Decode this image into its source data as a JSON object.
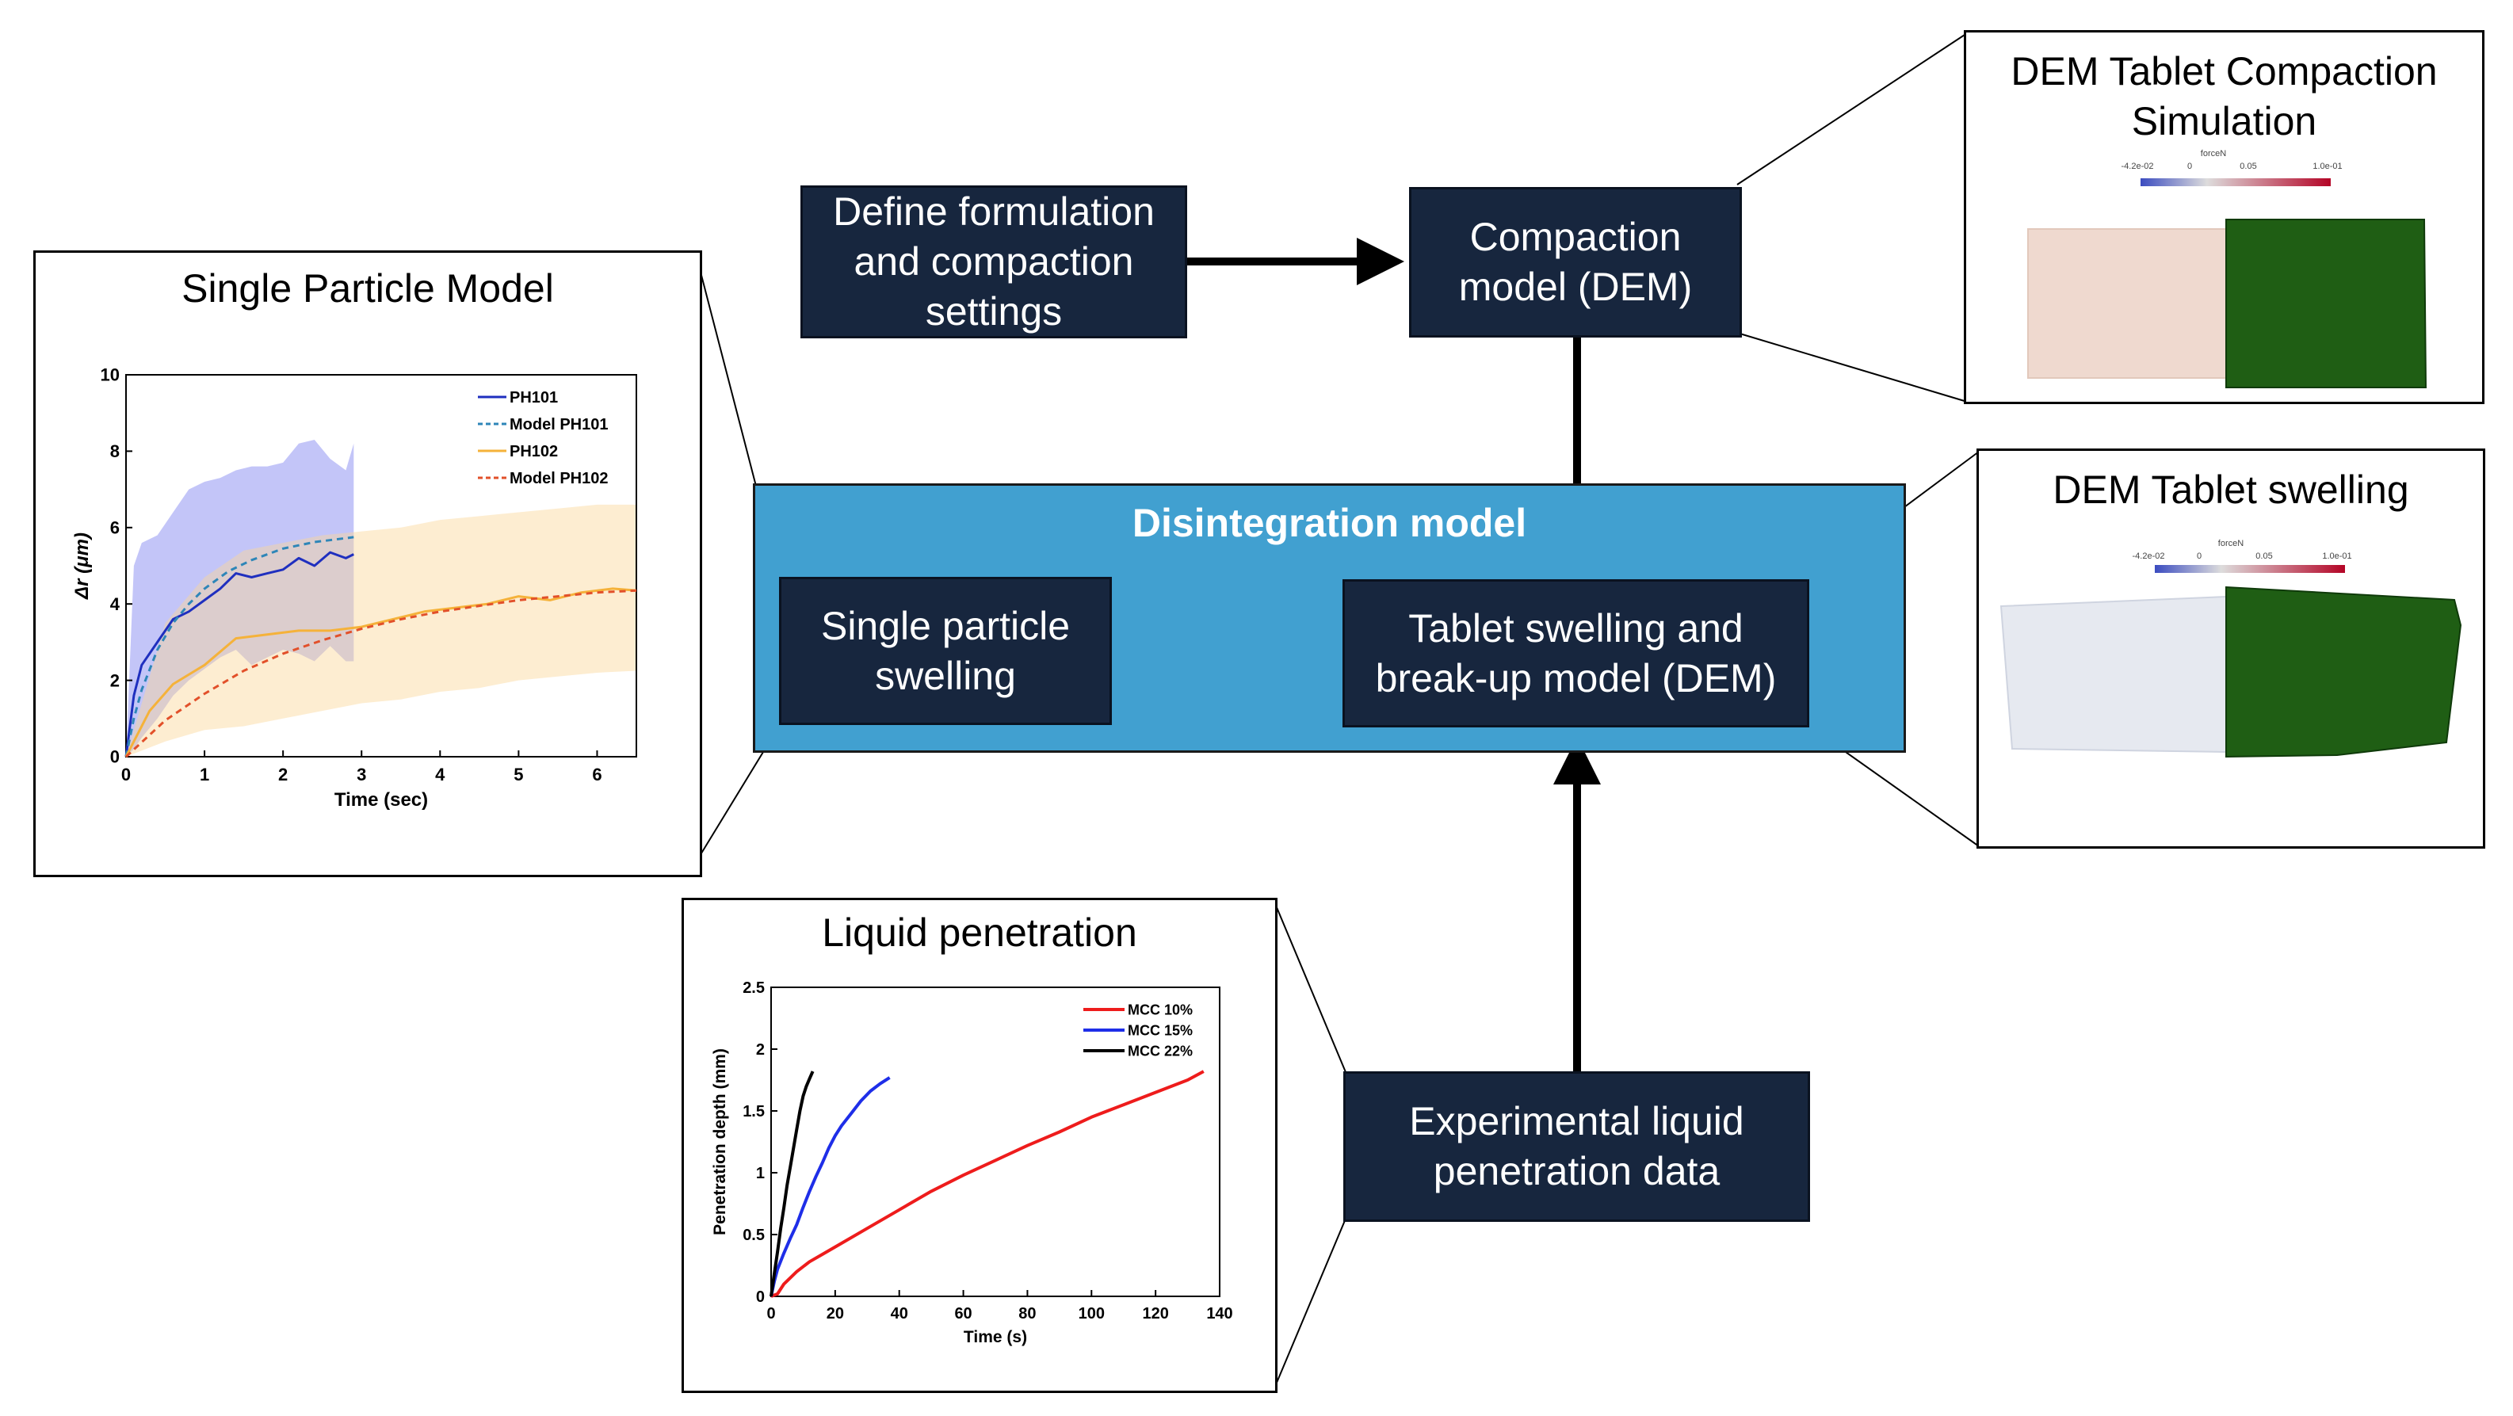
{
  "nodes": {
    "define": "Define formulation\nand compaction\nsettings",
    "compaction": "Compaction\nmodel (DEM)",
    "single_particle": "Single particle\nswelling",
    "tablet_swelling": "Tablet swelling and\nbreak-up model (DEM)",
    "experimental": "Experimental liquid\npenetration data"
  },
  "disintegration_label": "Disintegration model",
  "panels": {
    "single_particle_title": "Single Particle Model",
    "liquid_title": "Liquid penetration",
    "dem_compaction_title": "DEM Tablet Compaction\nSimulation",
    "dem_swelling_title": "DEM Tablet swelling"
  },
  "colorbars": {
    "compaction": {
      "label": "forceN",
      "ticks": [
        "-4.2e-02",
        "0",
        "0.05",
        "1.0e-01"
      ]
    },
    "swelling": {
      "label": "forceN",
      "ticks": [
        "-4.2e-02",
        "0",
        "0.05",
        "1.0e-01"
      ]
    }
  },
  "colors": {
    "node_fill": "#17263e",
    "disintegration_fill": "#41a0d0",
    "tablet_green": "#1f5e14",
    "PH101": "#1f2fbf",
    "Model_PH101": "#2e86b8",
    "PH102": "#f5b23a",
    "Model_PH102": "#e2502a",
    "MCC_10": "#ee1c1c",
    "MCC_15": "#1e2ee8",
    "MCC_22": "#000000"
  },
  "chart_data": [
    {
      "type": "line",
      "xlabel": "Time (sec)",
      "ylabel": "Δr (μm)",
      "xlim": [
        0,
        6.5
      ],
      "ylim": [
        0,
        10
      ],
      "xticks": [
        "0",
        "1",
        "2",
        "3",
        "4",
        "5",
        "6"
      ],
      "yticks": [
        "0",
        "2",
        "4",
        "6",
        "8",
        "10"
      ],
      "grid": false,
      "legend": "top-right",
      "series": [
        {
          "name": "PH101",
          "style": "solid",
          "x": [
            0,
            0.1,
            0.2,
            0.4,
            0.6,
            0.8,
            1.0,
            1.2,
            1.4,
            1.6,
            1.8,
            2.0,
            2.2,
            2.4,
            2.6,
            2.8,
            2.9
          ],
          "y": [
            0,
            1.6,
            2.4,
            3.0,
            3.6,
            3.8,
            4.1,
            4.4,
            4.8,
            4.7,
            4.8,
            4.9,
            5.2,
            5.0,
            5.35,
            5.2,
            5.3
          ]
        },
        {
          "name": "Model PH101",
          "style": "dashed",
          "x": [
            0,
            0.1,
            0.2,
            0.4,
            0.6,
            0.8,
            1.0,
            1.3,
            1.6,
            2.0,
            2.4,
            2.9
          ],
          "y": [
            0,
            1.0,
            1.75,
            2.8,
            3.5,
            4.0,
            4.4,
            4.85,
            5.15,
            5.45,
            5.62,
            5.75
          ]
        },
        {
          "name": "PH102",
          "style": "solid",
          "x": [
            0,
            0.3,
            0.6,
            1.0,
            1.4,
            1.8,
            2.2,
            2.6,
            3.0,
            3.4,
            3.8,
            4.2,
            4.6,
            5.0,
            5.4,
            5.8,
            6.2,
            6.5
          ],
          "y": [
            0,
            1.2,
            1.9,
            2.4,
            3.1,
            3.2,
            3.3,
            3.3,
            3.4,
            3.6,
            3.8,
            3.9,
            4.0,
            4.2,
            4.1,
            4.3,
            4.4,
            4.35
          ]
        },
        {
          "name": "Model PH102",
          "style": "dashed",
          "x": [
            0,
            0.5,
            1.0,
            1.5,
            2.0,
            2.5,
            3.0,
            3.5,
            4.0,
            4.5,
            5.0,
            5.5,
            6.0,
            6.5
          ],
          "y": [
            0,
            0.95,
            1.65,
            2.25,
            2.7,
            3.05,
            3.35,
            3.6,
            3.8,
            3.95,
            4.1,
            4.2,
            4.3,
            4.35
          ]
        }
      ],
      "bands": [
        {
          "series": "PH101",
          "x": [
            0,
            0.1,
            0.2,
            0.4,
            0.6,
            0.8,
            1.0,
            1.2,
            1.4,
            1.6,
            1.8,
            2.0,
            2.2,
            2.4,
            2.6,
            2.8,
            2.9
          ],
          "upper": [
            0,
            5.0,
            5.6,
            5.8,
            6.4,
            7.0,
            7.2,
            7.3,
            7.5,
            7.6,
            7.6,
            7.7,
            8.2,
            8.3,
            7.8,
            7.5,
            8.2
          ],
          "lower": [
            0,
            0.2,
            0.5,
            1.0,
            1.6,
            2.0,
            2.3,
            2.6,
            2.8,
            2.4,
            2.6,
            2.8,
            2.7,
            2.5,
            2.9,
            2.5,
            2.5
          ]
        },
        {
          "series": "PH102",
          "x": [
            0,
            0.5,
            1.0,
            1.5,
            2.0,
            2.5,
            3.0,
            3.5,
            4.0,
            4.5,
            5.0,
            5.5,
            6.0,
            6.5
          ],
          "upper": [
            0,
            3.5,
            4.7,
            5.4,
            5.6,
            5.8,
            5.9,
            6.0,
            6.2,
            6.3,
            6.4,
            6.5,
            6.6,
            6.6
          ],
          "lower": [
            0,
            0.4,
            0.7,
            0.8,
            1.0,
            1.2,
            1.4,
            1.5,
            1.7,
            1.8,
            2.0,
            2.1,
            2.2,
            2.25
          ]
        }
      ]
    },
    {
      "type": "line",
      "xlabel": "Time (s)",
      "ylabel": "Penetration depth (mm)",
      "xlim": [
        0,
        140
      ],
      "ylim": [
        0,
        2.5
      ],
      "xticks": [
        "0",
        "20",
        "40",
        "60",
        "80",
        "100",
        "120",
        "140"
      ],
      "yticks": [
        "0",
        "0.5",
        "1",
        "1.5",
        "2",
        "2.5"
      ],
      "grid": false,
      "legend": "top-right",
      "series": [
        {
          "name": "MCC 10%",
          "x": [
            0,
            2,
            4,
            8,
            12,
            16,
            20,
            30,
            40,
            50,
            60,
            70,
            80,
            90,
            100,
            110,
            120,
            130,
            135
          ],
          "y": [
            0,
            0.02,
            0.1,
            0.2,
            0.28,
            0.34,
            0.4,
            0.55,
            0.7,
            0.85,
            0.98,
            1.1,
            1.22,
            1.33,
            1.45,
            1.55,
            1.65,
            1.75,
            1.82
          ]
        },
        {
          "name": "MCC 15%",
          "x": [
            0,
            1,
            2,
            4,
            6,
            8,
            10,
            12,
            14,
            16,
            18,
            20,
            22,
            25,
            28,
            31,
            34,
            37
          ],
          "y": [
            0,
            0.12,
            0.22,
            0.35,
            0.47,
            0.58,
            0.72,
            0.85,
            0.97,
            1.08,
            1.2,
            1.3,
            1.38,
            1.48,
            1.58,
            1.66,
            1.72,
            1.77
          ]
        },
        {
          "name": "MCC 22%",
          "x": [
            0,
            1,
            2,
            3,
            4,
            5,
            6,
            7,
            8,
            9,
            10,
            11,
            12,
            13
          ],
          "y": [
            0,
            0.18,
            0.36,
            0.55,
            0.72,
            0.9,
            1.05,
            1.2,
            1.35,
            1.5,
            1.62,
            1.7,
            1.76,
            1.82
          ]
        }
      ]
    }
  ]
}
